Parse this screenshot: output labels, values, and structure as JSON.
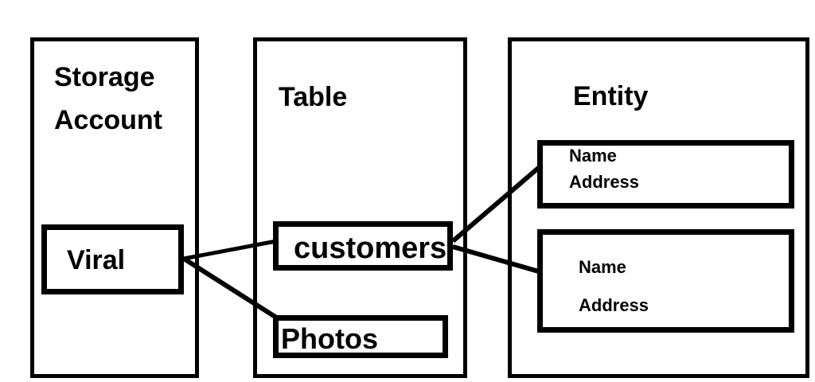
{
  "diagram": {
    "title": "Azure Storage Account table entity relationship diagram",
    "background_color": "#ffffff",
    "line_color": "#000000",
    "text_color": "#000000",
    "columns": {
      "storage_account": {
        "label_line1": "Storage",
        "label_line2": "Account",
        "items": [
          {
            "label": "Viral"
          }
        ]
      },
      "table": {
        "label": "Table",
        "items": [
          {
            "label": "customers"
          },
          {
            "label": "Photos"
          }
        ]
      },
      "entity": {
        "label": "Entity",
        "items": [
          {
            "field1": "Name",
            "field2": "Address"
          },
          {
            "field1": "Name",
            "field2": "Address"
          }
        ]
      }
    },
    "connections": [
      {
        "from": "Viral",
        "to": "customers"
      },
      {
        "from": "Viral",
        "to": "Photos"
      },
      {
        "from": "customers",
        "to": "Entity 1"
      },
      {
        "from": "customers",
        "to": "Entity 2"
      }
    ]
  }
}
